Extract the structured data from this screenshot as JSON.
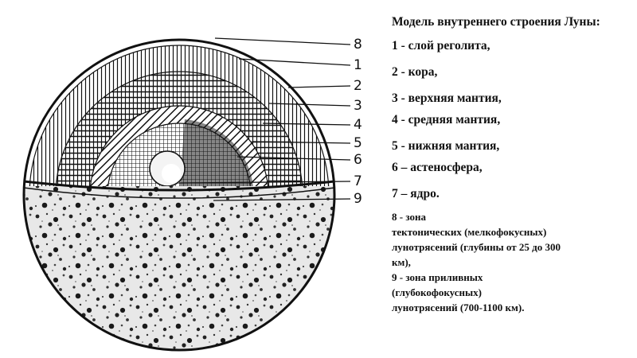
{
  "diagram": {
    "callout_labels": [
      "8",
      "1",
      "2",
      "3",
      "4",
      "5",
      "6",
      "7",
      "9"
    ]
  },
  "legend": {
    "title": "Модель внутреннего строения Луны:",
    "items": [
      "1 - слой реголита,",
      "2 - кора,",
      "3 - верхняя мантия,",
      "4 - средняя мантия,",
      "5 - нижняя мантия,",
      "6 – астеносфера,",
      "7 – ядро."
    ],
    "notes": [
      "8 - зона",
      "тектонических (мелкофокусных)",
      "лунотрясений (глубины от 25 до 300",
      "км),",
      "9 - зона приливных",
      "(глубокофокусных)",
      "лунотрясений (700-1100 км)."
    ]
  },
  "colors": {
    "ink": "#111111",
    "paper": "#ffffff"
  }
}
